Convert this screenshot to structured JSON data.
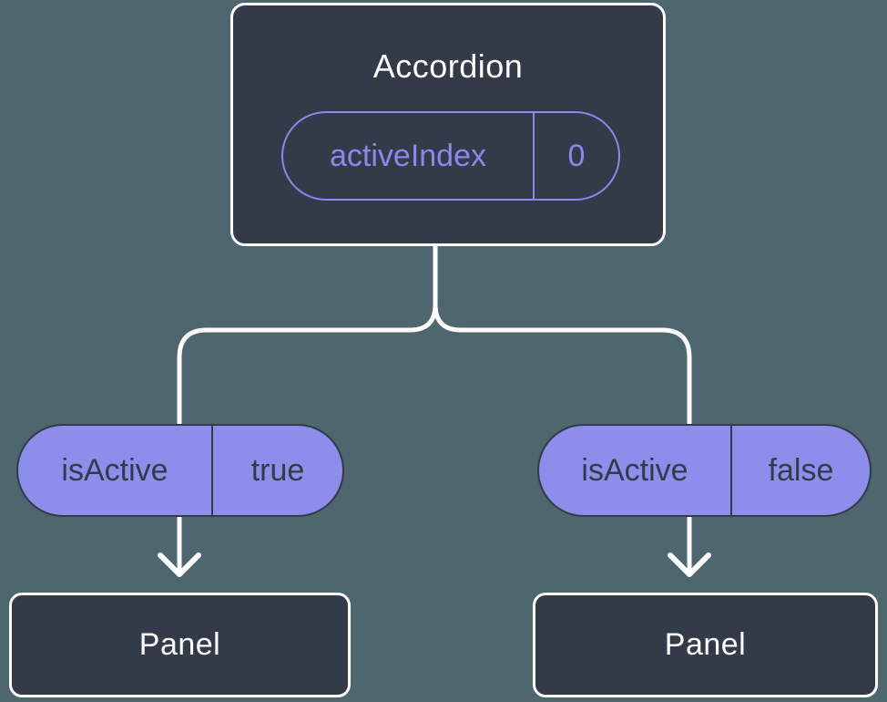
{
  "tree": {
    "root": {
      "label": "Accordion",
      "state": {
        "name": "activeIndex",
        "value": "0"
      }
    },
    "children": [
      {
        "prop": {
          "name": "isActive",
          "value": "true"
        },
        "node": {
          "label": "Panel"
        }
      },
      {
        "prop": {
          "name": "isActive",
          "value": "false"
        },
        "node": {
          "label": "Panel"
        }
      }
    ]
  },
  "colors": {
    "background": "#4e666e",
    "node_fill": "#343b48",
    "node_border": "#ffffff",
    "accent_purple": "#8d8dec",
    "pill_text_dark": "#343b48",
    "connector": "#ffffff"
  }
}
